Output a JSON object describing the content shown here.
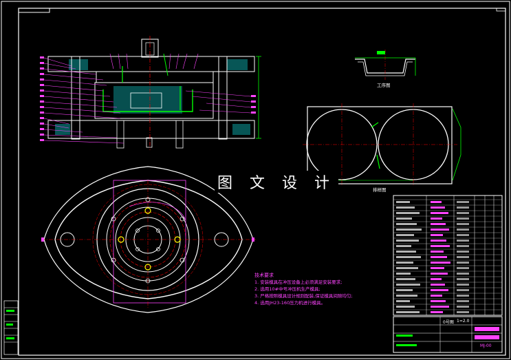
{
  "watermark": "图 文 设 计",
  "captions": {
    "product": "工序图",
    "blank": "排样图"
  },
  "technical_notes": {
    "title": "技术要求",
    "items": [
      "1. 安装模具在冲压设备上必须满足安装要求;",
      "2. 选用10#中号冲压机生产模具;",
      "3. 严格按照模具设计规则配装,保证模具间隙均匀;",
      "4. 选用JH23-160压力机进行模具。"
    ]
  },
  "title_block": {
    "scale_label": "0号图",
    "scale_value": "1=2.0",
    "drawing_code": "MJ-00"
  },
  "colors": {
    "line": "#ffffff",
    "part": "#00ff00",
    "center": "#ff0000",
    "bolt": "#ffff00",
    "text": "#ff44ff",
    "hatch": "#00aaaa"
  }
}
